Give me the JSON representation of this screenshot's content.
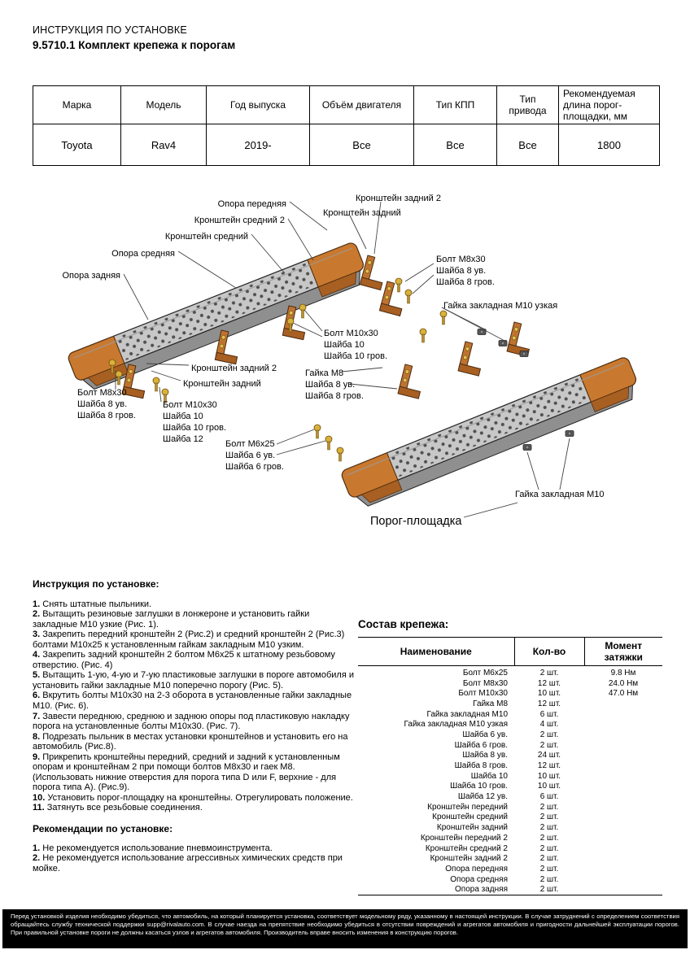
{
  "header": {
    "line1": "ИНСТРУКЦИЯ ПО УСТАНОВКЕ",
    "line2": "9.5710.1 Комплект крепежа к порогам"
  },
  "spec": {
    "headers": [
      "Марка",
      "Модель",
      "Год выпуска",
      "Объём двигателя",
      "Тип КПП",
      "Тип привода",
      "Рекомендуемая длина порог-площадки, мм"
    ],
    "row": [
      "Toyota",
      "Rav4",
      "2019-",
      "Все",
      "Все",
      "Все",
      "1800"
    ]
  },
  "diagram": {
    "labels": {
      "opora_p": "Опора передняя",
      "opora_s": "Опора средняя",
      "opora_z": "Опора задняя",
      "kr_s2": "Кронштейн средний 2",
      "kr_s": "Кронштейн средний",
      "kr_z2": "Кронштейн задний 2",
      "kr_z": "Кронштейн задний",
      "bolt_m8": "Болт М8х30",
      "bolt_m10": "Болт М10х30",
      "bolt_m6": "Болт М6х25",
      "gayka_m8": "Гайка М8",
      "gayka_zakl_uzk": "Гайка закладная М10 узкая",
      "gayka_zakl": "Гайка закладная М10",
      "shayba8uv": "Шайба 8 ув.",
      "shayba8grov": "Шайба 8 гров.",
      "shayba10": "Шайба 10",
      "shayba10grov": "Шайба 10 гров.",
      "shayba12": "Шайба 12",
      "shayba6uv": "Шайба 6 ув.",
      "shayba6grov": "Шайба 6 гров.",
      "porog": "Порог-площадка"
    }
  },
  "instructions": {
    "title": "Инструкция по установке:",
    "steps": [
      {
        "num": "1.",
        "text": "Снять штатные пыльники."
      },
      {
        "num": "2.",
        "text": "Вытащить резиновые заглушки в лонжероне и установить гайки закладные М10 узкие (Рис. 1)."
      },
      {
        "num": "3.",
        "text": "Закрепить передний кронштейн 2 (Рис.2) и средний кронштейн 2 (Рис.3) болтами М10х25 к установленным гайкам закладным М10 узким."
      },
      {
        "num": "4.",
        "text": "Закрепить задний кронштейн 2 болтом М6х25 к штатному резьбовому отверстию. (Рис. 4)"
      },
      {
        "num": "5.",
        "text": "Вытащить 1-ую, 4-ую и 7-ую пластиковые заглушки в пороге автомобиля и установить гайки закладные М10 поперечно порогу (Рис. 5)."
      },
      {
        "num": "6.",
        "text": "Вкрутить болты М10х30 на 2-3 оборота в установленные гайки закладные М10. (Рис. 6)."
      },
      {
        "num": "7.",
        "text": "Завести переднюю, среднюю и заднюю опоры под пластиковую накладку порога на установленные болты М10х30. (Рис. 7)."
      },
      {
        "num": "8.",
        "text": "Подрезать пыльник в местах установки кронштейнов и установить его на автомобиль (Рис.8)."
      },
      {
        "num": "9.",
        "text": "Прикрепить кронштейны передний, средний и задний к установленным опорам и кронштейнам 2 при помощи болтов М8х30 и гаек М8. (Использовать нижние отверстия для порога типа D или F, верхние - для порога типа А). (Рис.9)."
      },
      {
        "num": "10.",
        "text": "Установить порог-площадку на кронштейны. Отрегулировать положение."
      },
      {
        "num": "11.",
        "text": "Затянуть все резьбовые соединения."
      }
    ]
  },
  "recommendations": {
    "title": "Рекомендации по установке:",
    "items": [
      {
        "num": "1.",
        "text": "Не рекомендуется использование пневмоинструмента."
      },
      {
        "num": "2.",
        "text": "Не рекомендуется использование агрессивных химических средств при мойке."
      }
    ]
  },
  "parts": {
    "title": "Состав крепежа:",
    "headers": [
      "Наименование",
      "Кол-во",
      "Момент затяжки"
    ],
    "rows": [
      [
        "Болт М6х25",
        "2 шт.",
        "9.8 Нм"
      ],
      [
        "Болт М8х30",
        "12 шт.",
        "24.0 Нм"
      ],
      [
        "Болт М10х30",
        "10 шт.",
        "47.0 Нм"
      ],
      [
        "Гайка М8",
        "12 шт.",
        ""
      ],
      [
        "Гайка закладная М10",
        "6 шт.",
        ""
      ],
      [
        "Гайка закладная М10 узкая",
        "4 шт.",
        ""
      ],
      [
        "Шайба 6 ув.",
        "2 шт.",
        ""
      ],
      [
        "Шайба 6 гров.",
        "2 шт.",
        ""
      ],
      [
        "Шайба 8 ув.",
        "24 шт.",
        ""
      ],
      [
        "Шайба 8 гров.",
        "12 шт.",
        ""
      ],
      [
        "Шайба 10",
        "10 шт.",
        ""
      ],
      [
        "Шайба 10 гров.",
        "10 шт.",
        ""
      ],
      [
        "Шайба 12 ув.",
        "6 шт.",
        ""
      ],
      [
        "Кронштейн передний",
        "2 шт.",
        ""
      ],
      [
        "Кронштейн средний",
        "2 шт.",
        ""
      ],
      [
        "Кронштейн задний",
        "2 шт.",
        ""
      ],
      [
        "Кронштейн передний 2",
        "2 шт.",
        ""
      ],
      [
        "Кронштейн средний 2",
        "2 шт.",
        ""
      ],
      [
        "Кронштейн задний 2",
        "2 шт.",
        ""
      ],
      [
        "Опора передняя",
        "2 шт.",
        ""
      ],
      [
        "Опора средняя",
        "2 шт.",
        ""
      ],
      [
        "Опора задняя",
        "2 шт.",
        ""
      ]
    ]
  },
  "footer": {
    "text": "Перед установкой изделия необходимо убедиться, что автомобиль, на который планируется установка, соответствует модельному ряду, указанному в настоящей инструкции. В случае затруднений с определением соответствия обращайтесь службу технической поддержки supp@rivalauto.com. В случае наезда на препятствие необходимо убедиться в отсутствии повреждений и агрегатов автомобиля и пригодности дальнейшей эксплуатации порогов. При правильной установке пороги не должны касаться узлов и агрегатов автомобиля. Производитель вправе вносить изменения в конструкцию порогов."
  }
}
